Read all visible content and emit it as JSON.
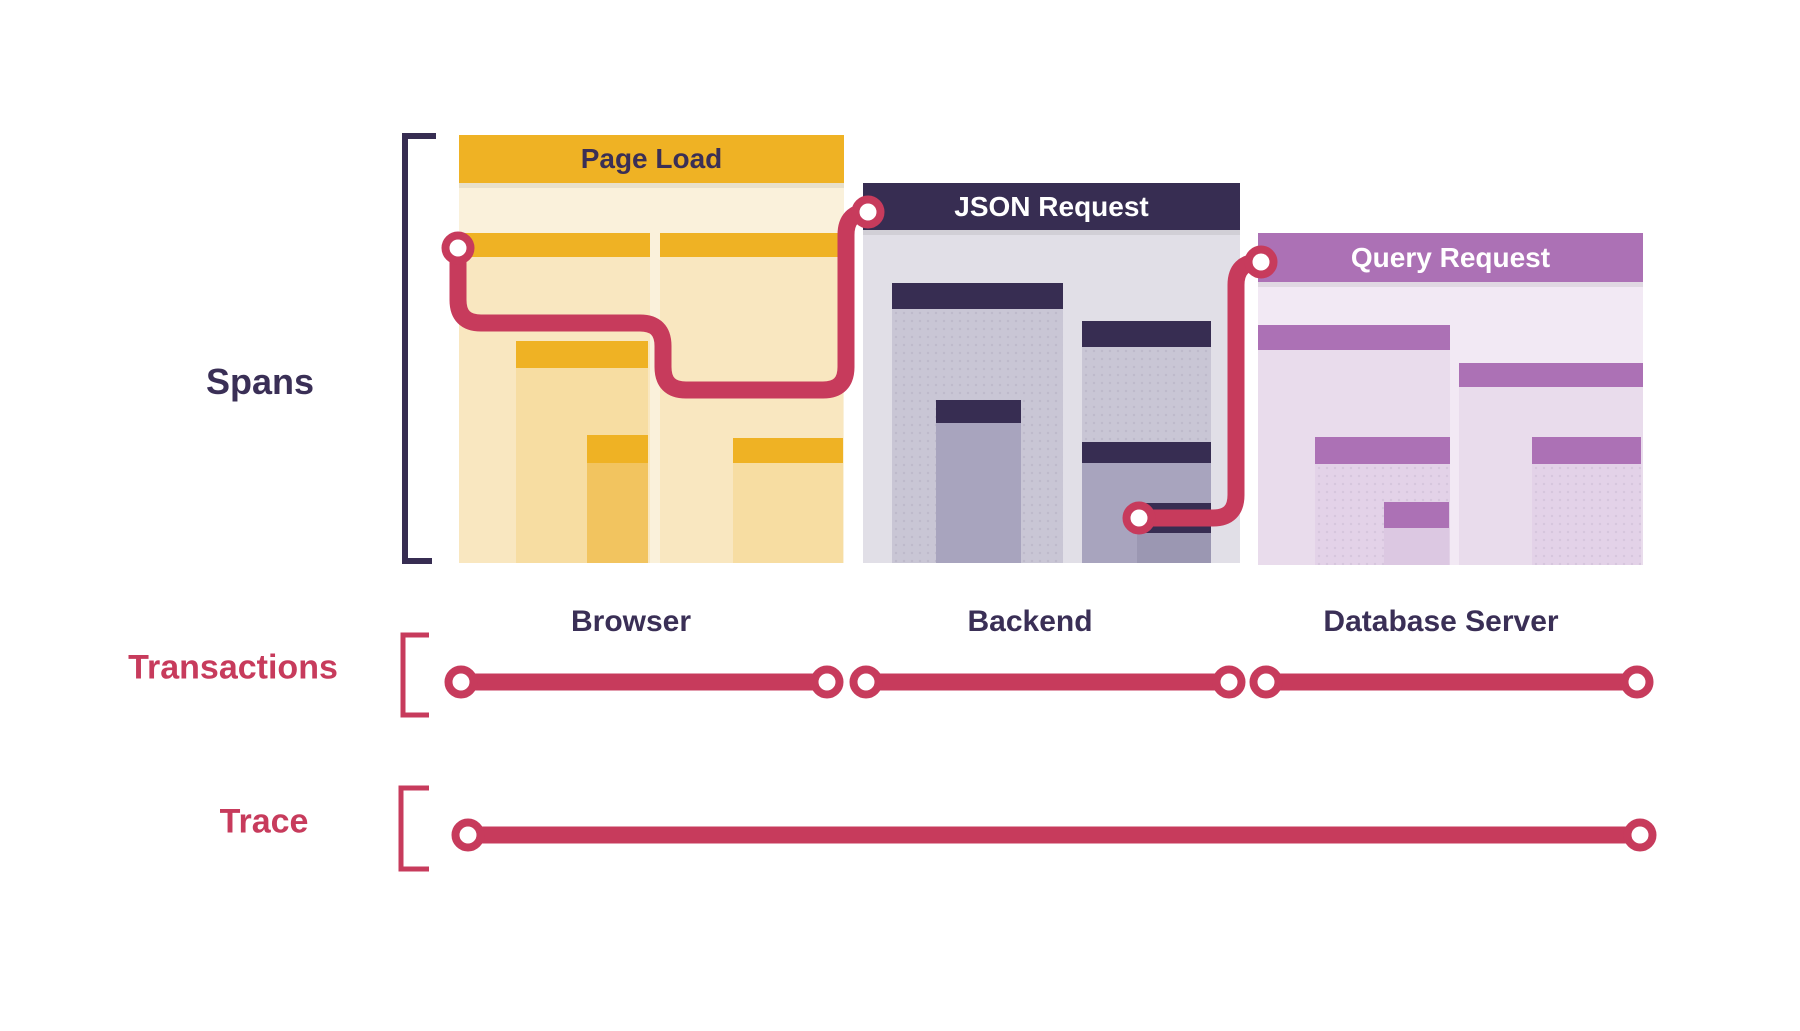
{
  "diagram": {
    "row_labels": {
      "spans": "Spans",
      "transactions": "Transactions",
      "trace": "Trace"
    },
    "panels": [
      {
        "title": "Page Load",
        "caption": "Browser"
      },
      {
        "title": "JSON Request",
        "caption": "Backend"
      },
      {
        "title": "Query Request",
        "caption": "Database Server"
      }
    ],
    "colors": {
      "accent_red": "#C73B5C",
      "dark_purple": "#372D52",
      "label_purple": "#3A2F56",
      "amber": "#EFB224",
      "amber_bg": "#FAF1DB",
      "amber_l2": "#F9E7C0",
      "amber_l3": "#F7DDA2",
      "amber_l4": "#F2C45F",
      "backend_bg": "#E1DFE7",
      "backend_l2": "#C9C6D5",
      "backend_l3": "#A8A4BE",
      "backend_l4": "#9B97B2",
      "orchid": "#AC71B5",
      "orchid_bg": "#F2E9F4",
      "orchid_l2": "#E9DCEC",
      "orchid_l3": "#E3D2E8",
      "orchid_l4": "#DCC8E2"
    }
  }
}
